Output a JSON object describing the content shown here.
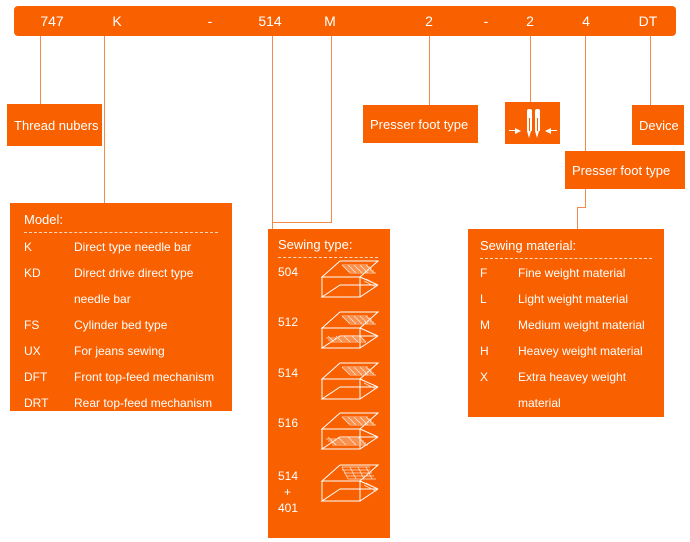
{
  "diagram": {
    "title": "Sewing machine model code breakdown",
    "accent_color": "#f86000",
    "line_color": "#f28a4b",
    "text_color": "#ffffff",
    "background_color": "#ffffff"
  },
  "code_bar": {
    "segments": [
      {
        "value": "747",
        "name": "thread-numbers"
      },
      {
        "value": "K",
        "name": "model"
      },
      {
        "value": "-",
        "name": "separator-1"
      },
      {
        "value": "514",
        "name": "sewing-type"
      },
      {
        "value": "M",
        "name": "sewing-material"
      },
      {
        "value": "2",
        "name": "presser-foot-type-1"
      },
      {
        "value": "-",
        "name": "separator-2"
      },
      {
        "value": "2",
        "name": "needle-gauge"
      },
      {
        "value": "4",
        "name": "presser-foot-type-2"
      },
      {
        "value": "DT",
        "name": "device"
      }
    ]
  },
  "labels": {
    "thread_numbers": "Thread nubers",
    "presser_foot_type_1": "Presser foot type",
    "presser_foot_type_2": "Presser foot type",
    "device": "Device",
    "needle_gauge_icon": "two-needle-gauge-icon"
  },
  "model_panel": {
    "title": "Model:",
    "rows": [
      {
        "code": "K",
        "text": "Direct type needle bar"
      },
      {
        "code": "KD",
        "text": "Direct drive direct type"
      },
      {
        "code": "",
        "text": "needle bar"
      },
      {
        "code": "FS",
        "text": "Cylinder bed type"
      },
      {
        "code": "UX",
        "text": "For jeans sewing"
      },
      {
        "code": "DFT",
        "text": "Front top-feed mechanism"
      },
      {
        "code": "DRT",
        "text": "Rear top-feed mechanism"
      }
    ]
  },
  "sewing_type_panel": {
    "title": "Sewing type:",
    "rows": [
      {
        "code": "504",
        "lines": [
          "504"
        ],
        "icon": "stitch-504-icon"
      },
      {
        "code": "512",
        "lines": [
          "512"
        ],
        "icon": "stitch-512-icon"
      },
      {
        "code": "514",
        "lines": [
          "514"
        ],
        "icon": "stitch-514-icon"
      },
      {
        "code": "516",
        "lines": [
          "516"
        ],
        "icon": "stitch-516-icon"
      },
      {
        "code": "514 + 401",
        "lines": [
          "514",
          "+",
          "401"
        ],
        "icon": "stitch-514-401-icon"
      }
    ]
  },
  "sewing_material_panel": {
    "title": "Sewing material:",
    "rows": [
      {
        "code": "F",
        "text": "Fine weight material"
      },
      {
        "code": "L",
        "text": "Light weight material"
      },
      {
        "code": "M",
        "text": "Medium weight material"
      },
      {
        "code": "H",
        "text": "Heavey weight material"
      },
      {
        "code": "X",
        "text": "Extra heavey weight"
      },
      {
        "code": "",
        "text": "material"
      }
    ]
  }
}
